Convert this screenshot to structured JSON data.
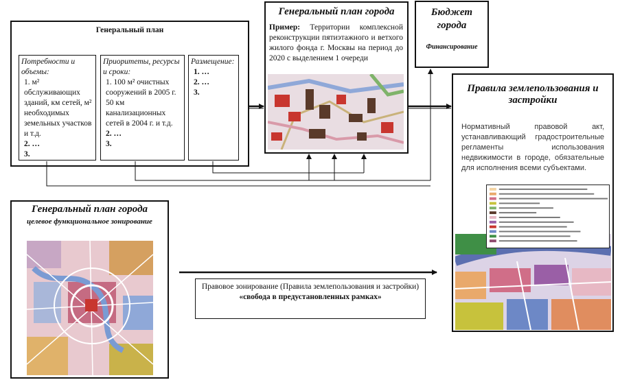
{
  "general_plan": {
    "title": "Генеральный план",
    "columns": [
      {
        "heading": "Потребности и объемы:",
        "items": [
          "1. м² обслуживающих зданий, км сетей, м² необходимых земельных участков и т.д.",
          "2. …",
          "3."
        ]
      },
      {
        "heading": "Приоритеты, ресурсы и сроки:",
        "items": [
          "1. 100 м² очистных сооружений в 2005 г. 50 км канализационных сетей в 2004 г. и т.д.",
          "2. …",
          "3."
        ]
      },
      {
        "heading": "Размещение:",
        "items": [
          "1. …",
          "2. …",
          "3."
        ]
      }
    ]
  },
  "city_plan": {
    "title": "Генеральный план города",
    "example_label": "Пример:",
    "example_text": "Территории комплексной реконструкции пятиэтажного и ветхого жилого фонда г. Москвы на период до 2020 с выделением 1 очереди"
  },
  "budget": {
    "title": "Бюджет города",
    "subtitle": "Финансирование"
  },
  "rules": {
    "title": "Правила землепользования и застройки",
    "text": "Нормативный правовой акт, устанавливающий градостроительные регламенты использования недвижимости в городе, обязательные для исполнения всеми субъектами."
  },
  "functional_zoning": {
    "title": "Генеральный план города",
    "subtitle": "целевое функциональное зонирование"
  },
  "legal_zoning": {
    "line1": "Правовое зонирование (Правила землепользования и застройки)",
    "line2": "«свобода в предустановленных рамках»"
  },
  "colors": {
    "line": "#111111",
    "map_red": "#c8362f",
    "map_dark": "#5a3a2a",
    "map_pink": "#e7b8c4",
    "map_blue": "#8fa8d8",
    "map_green": "#7fb36a"
  }
}
